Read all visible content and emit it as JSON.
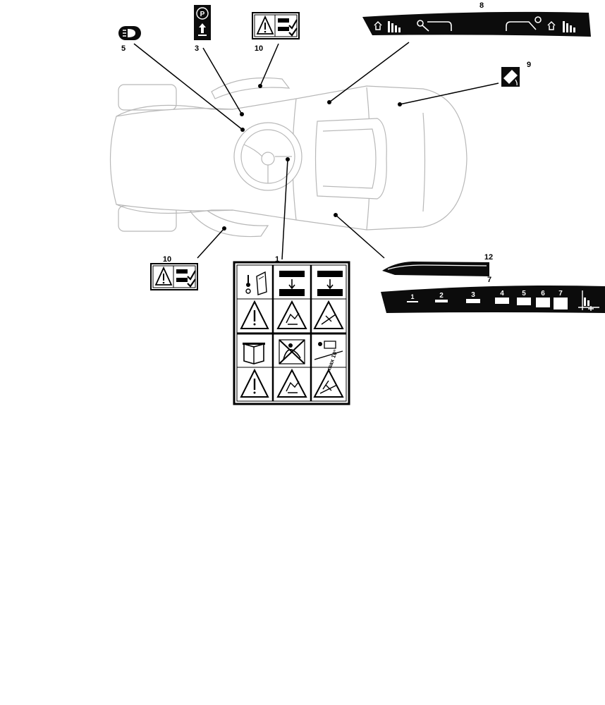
{
  "callouts": {
    "c1": "1",
    "c3": "3",
    "c5": "5",
    "c7": "7",
    "c8": "8",
    "c9": "9",
    "c10_top": "10",
    "c10_left": "10",
    "c12": "12"
  },
  "decals": {
    "parking_brake_letter": "P",
    "height_scale_numbers": [
      "1",
      "2",
      "3",
      "4",
      "5",
      "6",
      "7"
    ],
    "slope_text": "max 10°"
  },
  "colors": {
    "outline": "#b8b8b8",
    "ink": "#000000",
    "decal_dark": "#0c0c0c"
  },
  "icons": [
    "headlight-icon",
    "parking-brake-icon",
    "warning-triangle-icon",
    "book-icon",
    "mower-hand-icon",
    "rider-icon"
  ]
}
